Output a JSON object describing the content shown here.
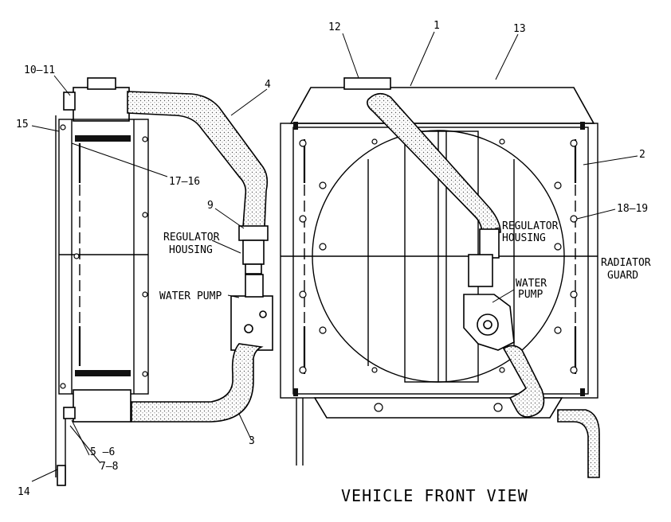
{
  "labels": {
    "p1": "1",
    "p2": "2",
    "p3": "3",
    "p4": "4",
    "p9": "9",
    "p12": "12",
    "p13": "13",
    "p14": "14",
    "p15": "15",
    "p10_11": "10–11",
    "p17_16": "17–16",
    "p18_19": "18–19",
    "p5_6": "5 –6",
    "p7_8": "7–8",
    "regulator_line1": "REGULATOR",
    "regulator_line2": "HOUSING",
    "regulator2_line1": "REGULATOR",
    "regulator2_line2": "HOUSING",
    "water_pump": "WATER PUMP",
    "water2_line1": "WATER",
    "water2_line2": "PUMP",
    "guard_line1": "RADIATOR",
    "guard_line2": "GUARD"
  },
  "caption": "VEHICLE FRONT VIEW"
}
